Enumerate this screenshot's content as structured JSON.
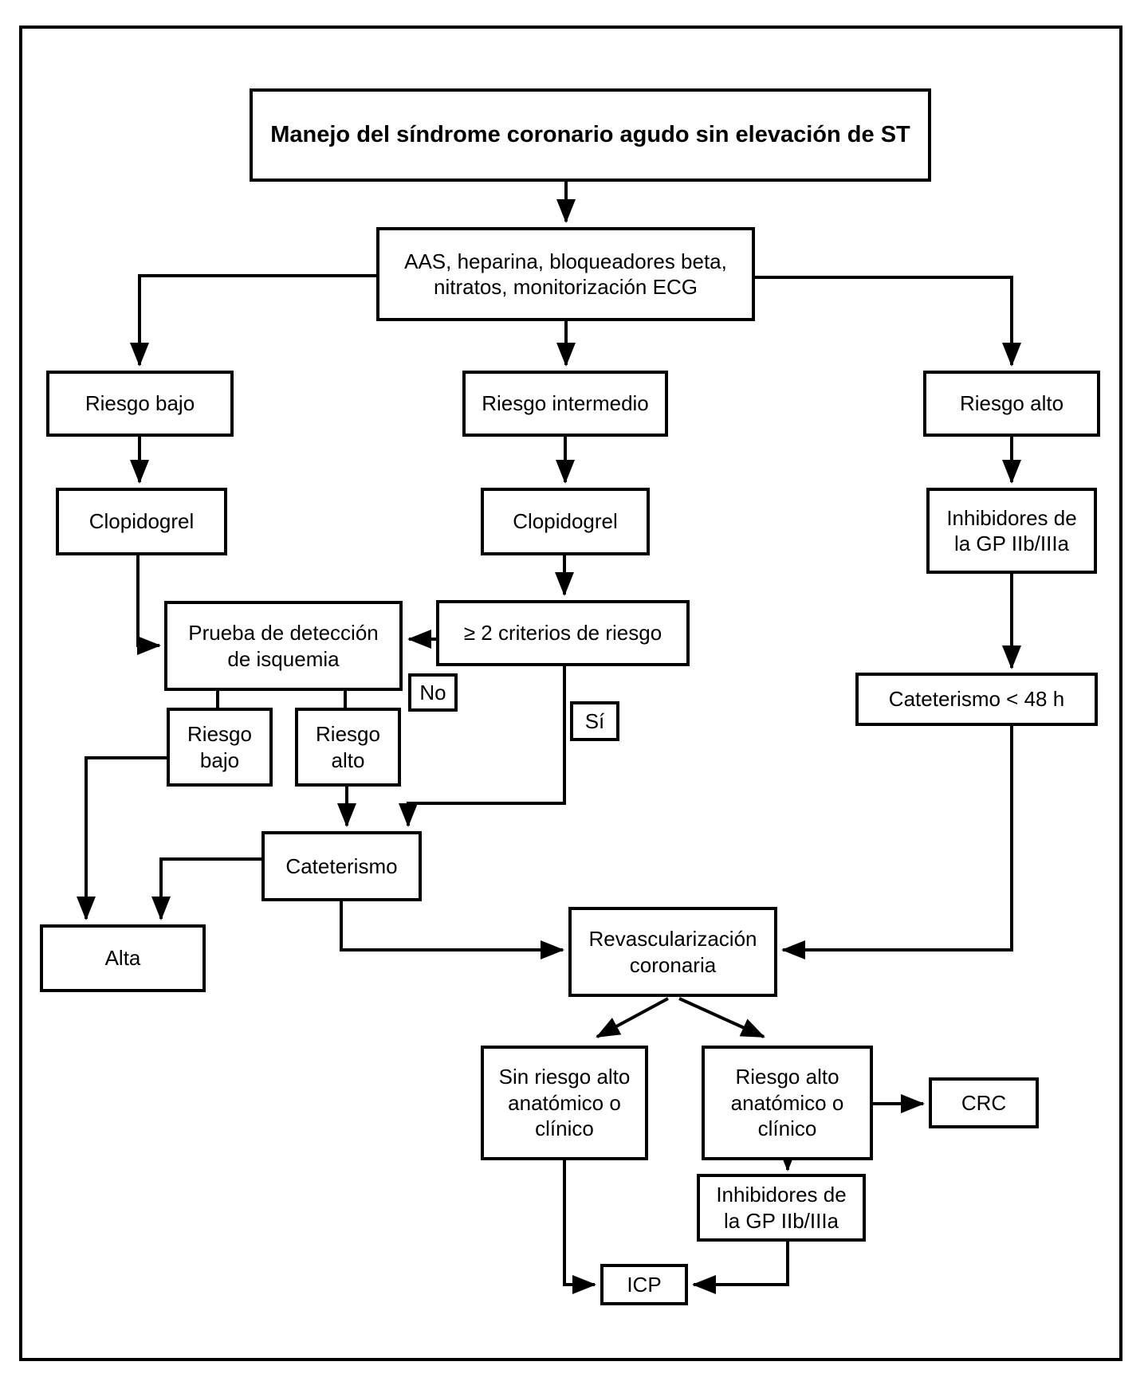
{
  "diagram": {
    "title": "Manejo del síndrome coronario agudo sin elevación de ST",
    "nodes": {
      "initial_treatment": "AAS, heparina, bloqueadores beta,\nnitratos, monitorización ECG",
      "riesgo_bajo": "Riesgo bajo",
      "riesgo_intermedio": "Riesgo intermedio",
      "riesgo_alto": "Riesgo alto",
      "clopidogrel_left": "Clopidogrel",
      "clopidogrel_mid": "Clopidogrel",
      "gp_inhibitors_top": "Inhibidores de\nla GP IIb/IIIa",
      "prueba_isquemia": "Prueba de detección\nde isquemia",
      "criterios_riesgo": "≥ 2 criterios de riesgo",
      "riesgo_bajo_small": "Riesgo\nbajo",
      "riesgo_alto_small": "Riesgo\nalto",
      "cateterismo": "Cateterismo",
      "cateterismo_48h": "Cateterismo < 48 h",
      "alta": "Alta",
      "revascularizacion": "Revascularización\ncoronaria",
      "sin_riesgo_alto": "Sin riesgo alto\nanatómico o\nclínico",
      "riesgo_alto_anatomico": "Riesgo alto\nanatómico o\nclínico",
      "gp_inhibitors_bottom": "Inhibidores de\nla GP IIb/IIIa",
      "crc": "CRC",
      "icp": "ICP"
    },
    "edge_labels": {
      "no": "No",
      "si": "Sí"
    }
  }
}
